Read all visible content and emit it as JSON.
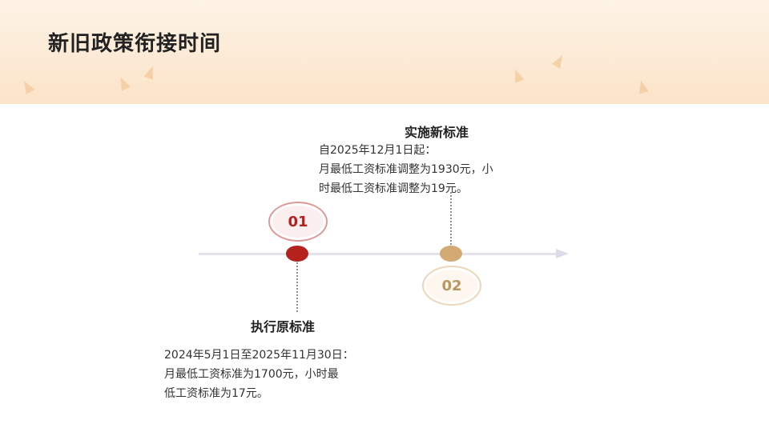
{
  "page": {
    "title": "新旧政策衔接时间"
  },
  "timeline": {
    "stages": [
      {
        "number": "01",
        "title": "执行原标准",
        "lines": [
          "2024年5月1日至2025年11月30日：",
          "月最低工资标准为1700元，小时最",
          "低工资标准为17元。"
        ],
        "color": "#b5211d"
      },
      {
        "number": "02",
        "title": "实施新标准",
        "lines": [
          "自2025年12月1日起：",
          "月最低工资标准调整为1930元，小",
          "时最低工资标准调整为19元。"
        ],
        "color": "#d3aa74"
      }
    ]
  },
  "colors": {
    "header_band": "#fbe3c8",
    "timeline_line": "#e4e2ee"
  }
}
